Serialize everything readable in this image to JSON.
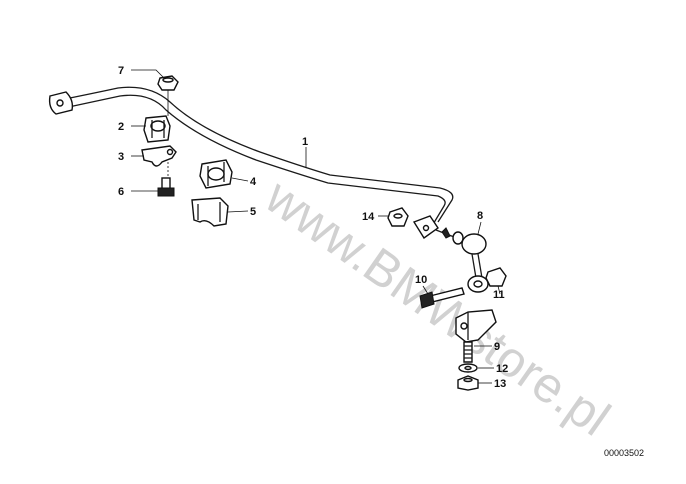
{
  "watermark": "www.BMWstore.pl",
  "diagram_code": "00003502",
  "callouts": [
    "1",
    "2",
    "3",
    "4",
    "5",
    "6",
    "7",
    "8",
    "9",
    "10",
    "11",
    "12",
    "13",
    "14"
  ]
}
